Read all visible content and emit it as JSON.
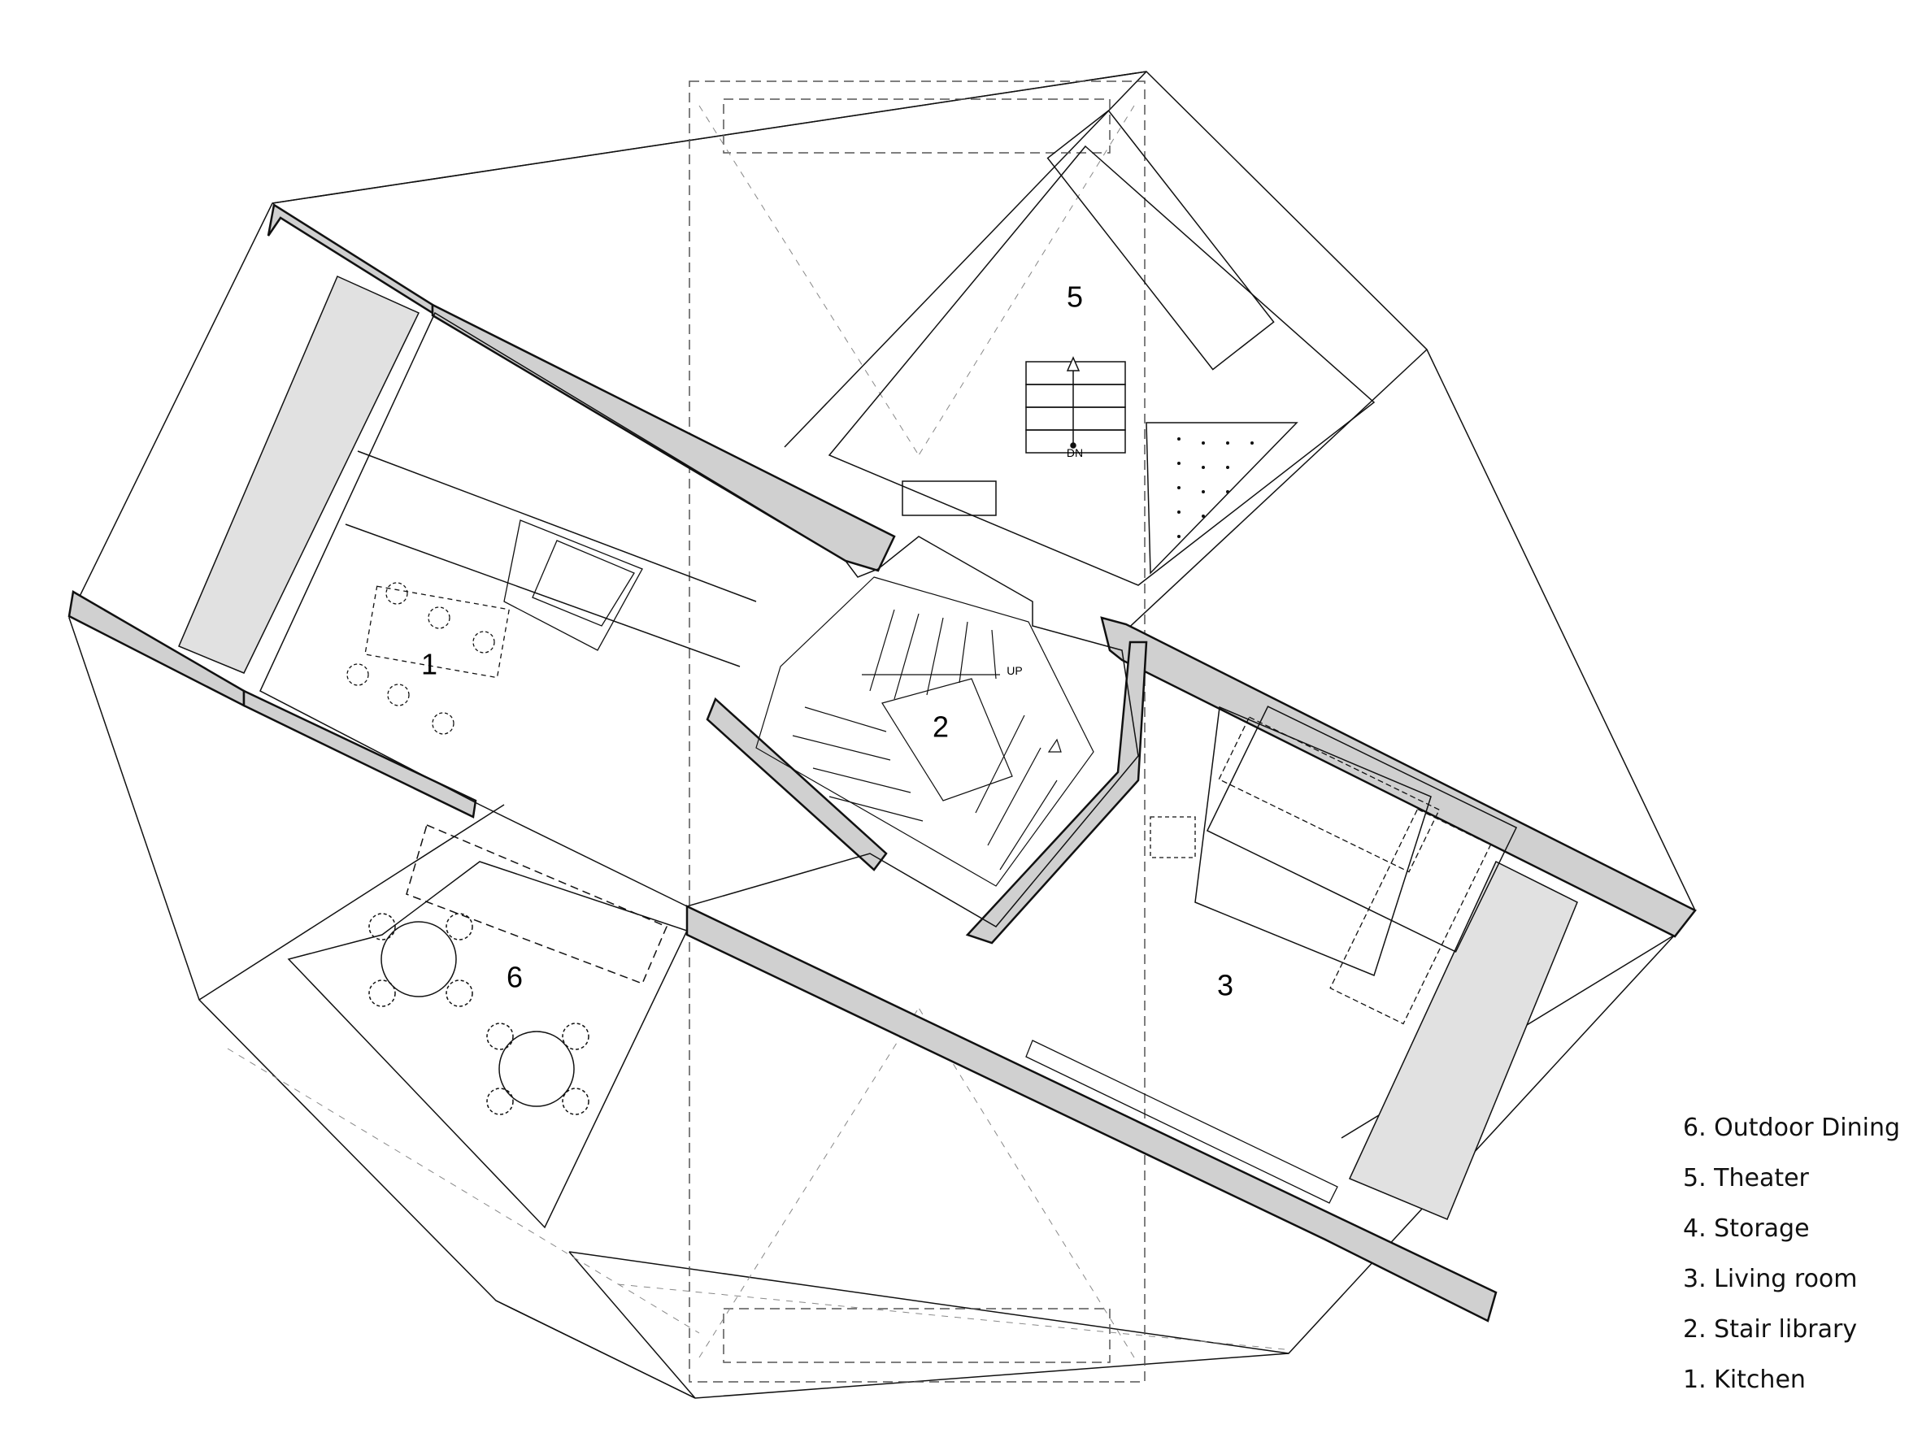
{
  "rooms": [
    {
      "number": "1"
    },
    {
      "number": "2"
    },
    {
      "number": "3"
    },
    {
      "number": "5"
    },
    {
      "number": "6"
    }
  ],
  "stair_tags": {
    "up": "UP",
    "down": "DN"
  },
  "legend": [
    "6. Outdoor Dining",
    "5. Theater",
    "4. Storage",
    "3. Living room",
    "2. Stair library",
    "1. Kitchen"
  ],
  "colors": {
    "line": "#111111",
    "wall_fill": "#d0d0d0",
    "glass_fill": "#e1e1e1",
    "dashed": "#555555"
  }
}
